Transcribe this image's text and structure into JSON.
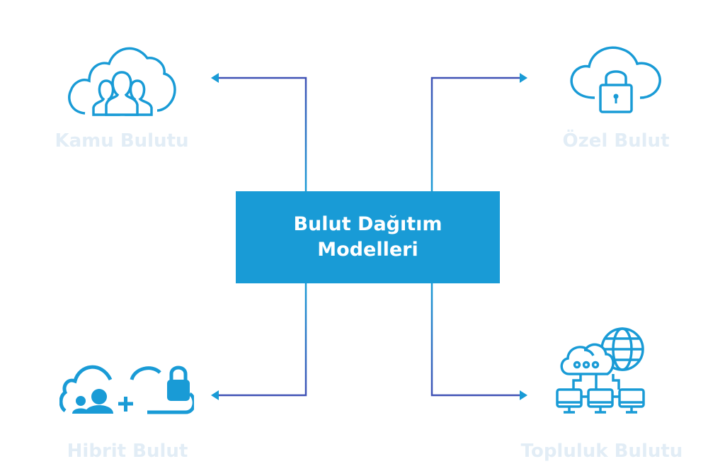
{
  "center": {
    "line1": "Bulut Dağıtım",
    "line2": "Modelleri"
  },
  "models": [
    {
      "label": "Kamu Bulutu",
      "icon": "cloud-users-icon"
    },
    {
      "label": "Özel Bulut",
      "icon": "cloud-lock-icon"
    },
    {
      "label": "Hibrit Bulut",
      "icon": "hybrid-cloud-icon"
    },
    {
      "label": "Topluluk Bulutu",
      "icon": "cloud-network-icon"
    }
  ],
  "colors": {
    "primary": "#199bd6",
    "line_end": "#3f51b5",
    "label": "#e2edf6"
  }
}
